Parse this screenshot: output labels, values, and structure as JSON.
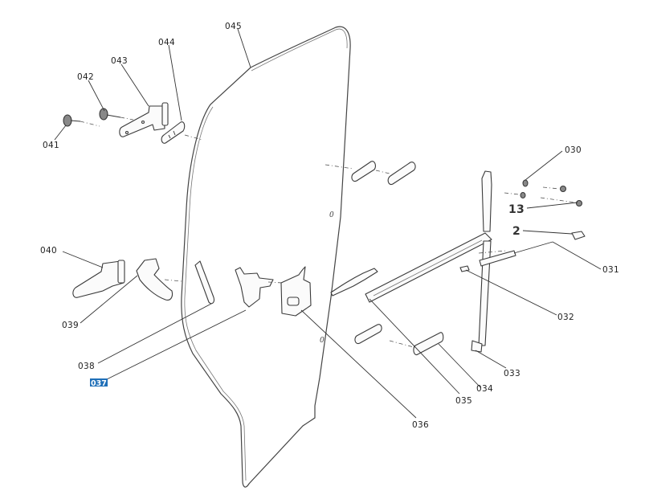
{
  "diagram": {
    "title": "Door glass and window regulator exploded parts diagram",
    "selected_part": "037",
    "glass_marks": [
      "0",
      "0"
    ],
    "parts": [
      {
        "id": "030",
        "label": "030",
        "name": "washer"
      },
      {
        "id": "031",
        "label": "031",
        "name": "gas strut"
      },
      {
        "id": "032",
        "label": "032",
        "name": "strut end fitting"
      },
      {
        "id": "033",
        "label": "033",
        "name": "regulator rail"
      },
      {
        "id": "034",
        "label": "034",
        "name": "lower bracket"
      },
      {
        "id": "035",
        "label": "035",
        "name": "lower bracket plate"
      },
      {
        "id": "036",
        "label": "036",
        "name": "door lock"
      },
      {
        "id": "037",
        "label": "037",
        "name": "latch mechanism"
      },
      {
        "id": "038",
        "label": "038",
        "name": "link rod"
      },
      {
        "id": "039",
        "label": "039",
        "name": "handle"
      },
      {
        "id": "040",
        "label": "040",
        "name": "lower hinge"
      },
      {
        "id": "041",
        "label": "041",
        "name": "screw"
      },
      {
        "id": "042",
        "label": "042",
        "name": "screw with washer"
      },
      {
        "id": "043",
        "label": "043",
        "name": "upper hinge"
      },
      {
        "id": "044",
        "label": "044",
        "name": "hinge plate"
      },
      {
        "id": "045",
        "label": "045",
        "name": "door glass"
      },
      {
        "id": "13",
        "label": "13",
        "name": "nut"
      },
      {
        "id": "2",
        "label": "2",
        "name": "clip"
      }
    ]
  }
}
